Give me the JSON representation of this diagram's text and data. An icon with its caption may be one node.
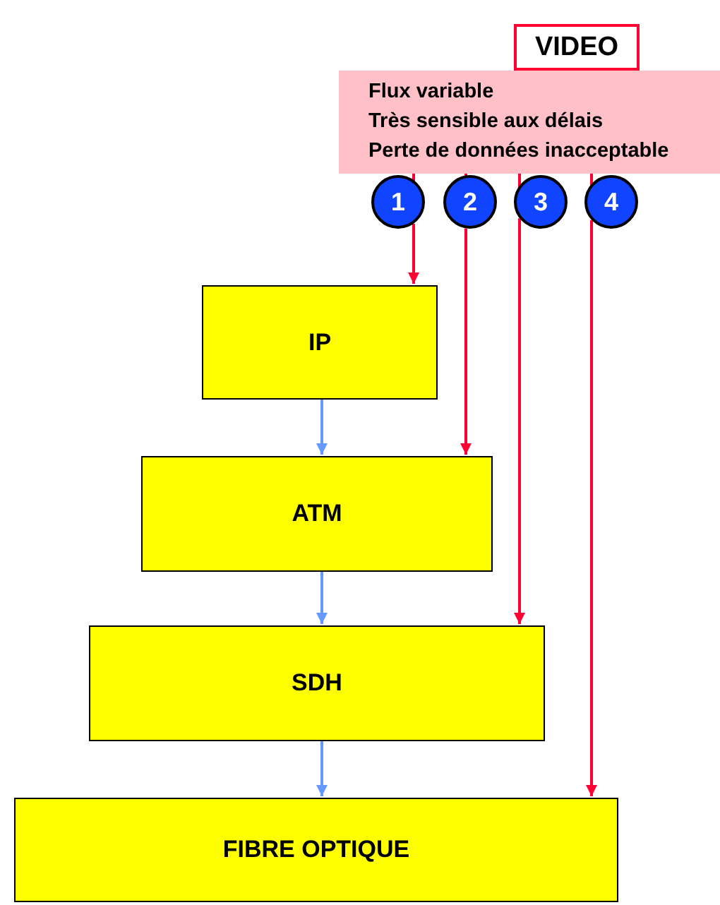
{
  "diagram": {
    "nodes": [
      {
        "text": [
          "VIDEO"
        ]
      },
      {
        "text": [
          "Flux variable",
          "Très sensible aux délais",
          "Perte de données inacceptable"
        ]
      },
      {
        "text": [
          "1"
        ]
      },
      {
        "text": [
          "2"
        ]
      },
      {
        "text": [
          "3"
        ]
      },
      {
        "text": [
          "4"
        ]
      },
      {
        "text": [
          "IP"
        ]
      },
      {
        "text": [
          "ATM"
        ]
      },
      {
        "text": [
          "SDH"
        ]
      },
      {
        "text": [
          "FIBRE OPTIQUE"
        ]
      }
    ],
    "edges": [
      {
        "from": 2,
        "to": 6,
        "arrow": "to"
      },
      {
        "from": 3,
        "to": 7,
        "arrow": "to"
      },
      {
        "from": 4,
        "to": 8,
        "arrow": "to"
      },
      {
        "from": 5,
        "to": 9,
        "arrow": "to"
      },
      {
        "from": 6,
        "to": 7,
        "arrow": "to",
        "color": "#6699ff"
      },
      {
        "from": 7,
        "to": 8,
        "arrow": "to",
        "color": "#6699ff"
      },
      {
        "from": 8,
        "to": 9,
        "arrow": "to",
        "color": "#6699ff"
      }
    ]
  }
}
